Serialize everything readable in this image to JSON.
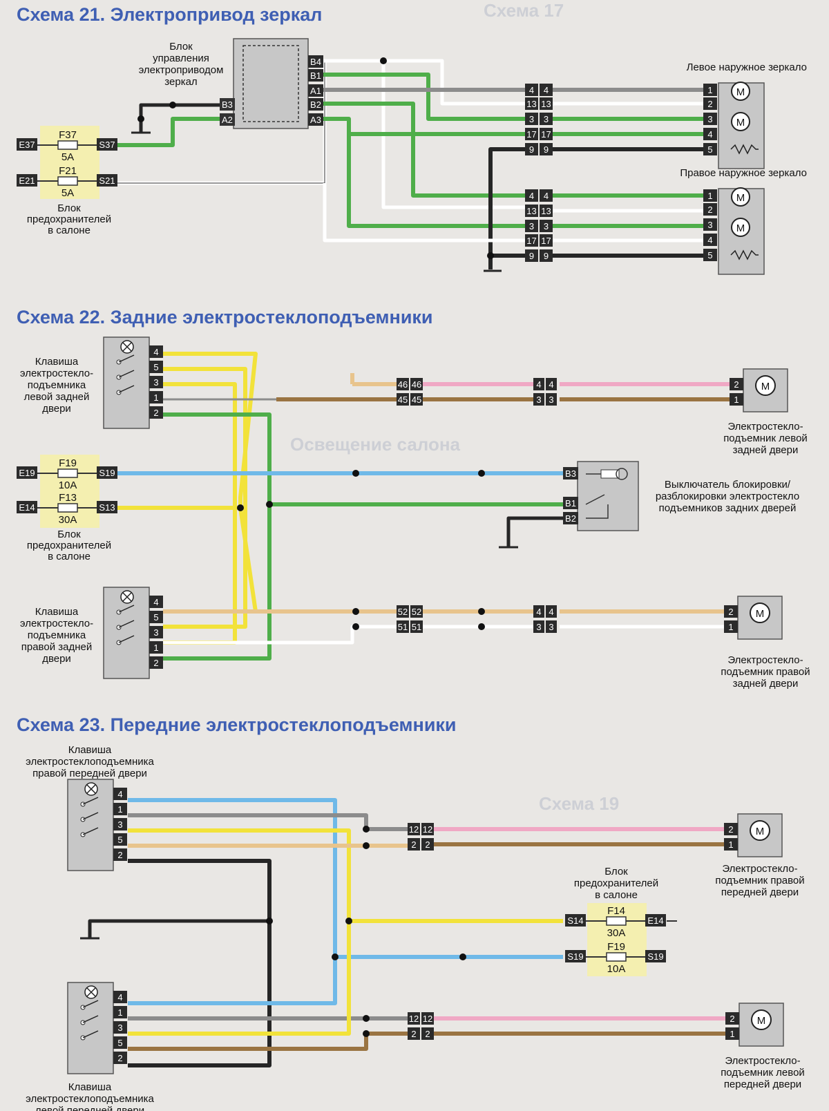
{
  "schemes": [
    {
      "title": "Схема 21. Электропривод зеркал"
    },
    {
      "title": "Схема 22. Задние электростеклоподъемники"
    },
    {
      "title": "Схема 23. Передние электростеклоподъемники"
    }
  ],
  "s21": {
    "control_unit": [
      "Блок",
      "управления",
      "электроприводом",
      "зеркал"
    ],
    "unit_pins_right": [
      "B4",
      "B1",
      "A1",
      "B2",
      "A3"
    ],
    "unit_pins_left": [
      "B3",
      "A2"
    ],
    "fuses": [
      {
        "name": "F37",
        "rating": "5A",
        "in": "E37",
        "out": "S37"
      },
      {
        "name": "F21",
        "rating": "5A",
        "in": "E21",
        "out": "S21"
      }
    ],
    "fuse_block": [
      "Блок",
      "предохранителей",
      "в салоне"
    ],
    "connector_pins": [
      "4",
      "13",
      "3",
      "17",
      "9"
    ],
    "left_mirror": "Левое наружное зеркало",
    "right_mirror": "Правое наружное зеркало",
    "mirror_pins": [
      "1",
      "2",
      "3",
      "4",
      "5"
    ],
    "motor_symbol": "M"
  },
  "s22": {
    "switch_pins": [
      "4",
      "5",
      "3",
      "1",
      "2"
    ],
    "left_switch": [
      "Клавиша",
      "электростекло-",
      "подъемника",
      "левой задней",
      "двери"
    ],
    "right_switch": [
      "Клавиша",
      "электростекло-",
      "подъемника",
      "правой задней",
      "двери"
    ],
    "fuses": [
      {
        "name": "F19",
        "rating": "10A",
        "in": "E19",
        "out": "S19"
      },
      {
        "name": "F13",
        "rating": "30A",
        "in": "E14",
        "out": "S13"
      }
    ],
    "fuse_block": [
      "Блок",
      "предохранителей",
      "в салоне"
    ],
    "conn_left": [
      "46",
      "45"
    ],
    "conn_right": [
      "52",
      "51"
    ],
    "conn_door": [
      "4",
      "3"
    ],
    "lock_pins": [
      "B3",
      "B1",
      "B2"
    ],
    "lock_switch": [
      "Выключатель блокировки/",
      "разблокировки электростекло",
      "подъемников задних дверей"
    ],
    "left_motor": [
      "Электростекло-",
      "подъемник левой",
      "задней двери"
    ],
    "right_motor": [
      "Электростекло-",
      "подъемник правой",
      "задней двери"
    ],
    "motor_pins": [
      "2",
      "1"
    ]
  },
  "s23": {
    "right_switch": [
      "Клавиша",
      "электростеклоподъемника",
      "правой передней двери"
    ],
    "left_switch": [
      "Клавиша",
      "электростеклоподъемника",
      "левой передней двери"
    ],
    "switch_pins": [
      "4",
      "1",
      "3",
      "5",
      "2"
    ],
    "conn": [
      "12",
      "2"
    ],
    "fuse_block": [
      "Блок",
      "предохранителей",
      "в салоне"
    ],
    "fuses": [
      {
        "name": "F14",
        "rating": "30A",
        "in": "S14",
        "out": "E14"
      },
      {
        "name": "F19",
        "rating": "10A",
        "in": "S19",
        "out": "S19"
      }
    ],
    "right_motor": [
      "Электростекло-",
      "подъемник правой",
      "передней двери"
    ],
    "left_motor": [
      "Электростекло-",
      "подъемник левой",
      "передней двери"
    ],
    "motor_pins": [
      "2",
      "1"
    ]
  },
  "colors": {
    "title": "#3f5fb3",
    "green": "#4fae4a",
    "gray": "#8c8c8c",
    "black": "#262626",
    "yellow": "#f2e23a",
    "blue": "#6fb9e8",
    "pink": "#f0a8c4",
    "tan": "#e8c48c",
    "brown": "#9a7442",
    "fuse_bg": "#f4efb0"
  }
}
